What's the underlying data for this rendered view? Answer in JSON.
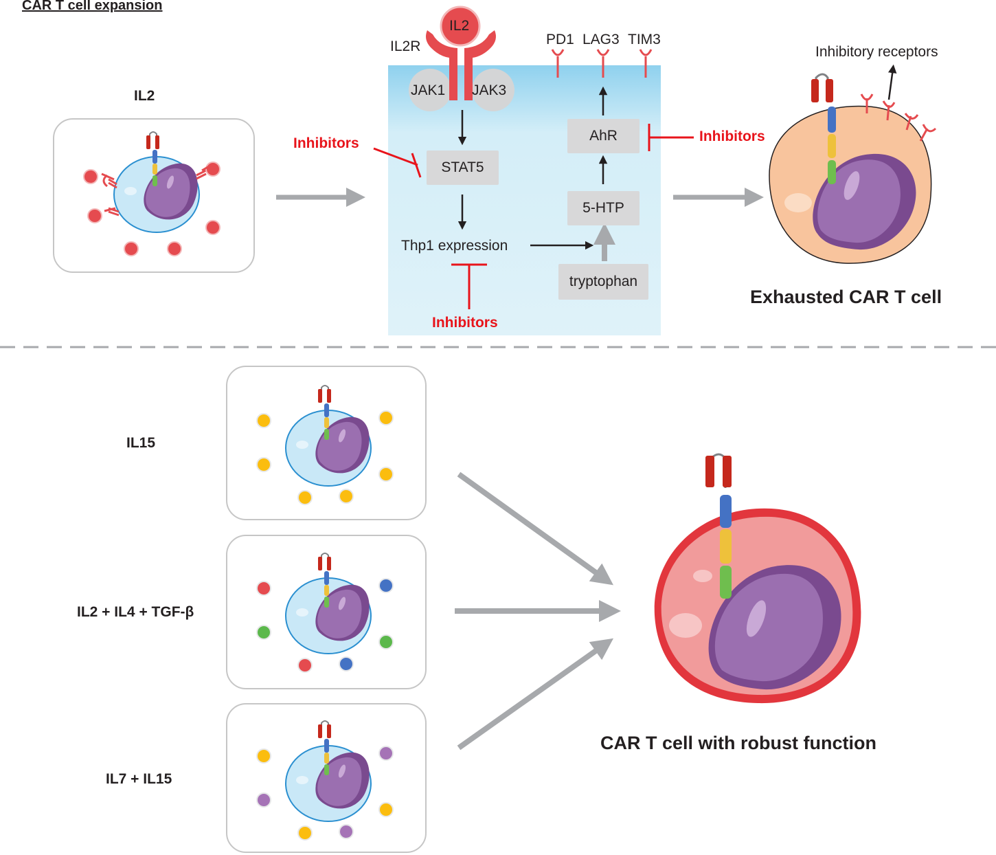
{
  "section_title": "CAR T cell expansion",
  "top": {
    "condition_label": "IL2",
    "pathway": {
      "ligand": "IL2",
      "receptor": "IL2R",
      "kinases": [
        "JAK1",
        "JAK3"
      ],
      "checkpoints": [
        "PD1",
        "LAG3",
        "TIM3"
      ],
      "nodes": {
        "stat5": "STAT5",
        "thp1": "Thp1 expression",
        "tryptophan": "tryptophan",
        "htp": "5-HTP",
        "ahr": "AhR"
      },
      "inhibitor_label": "Inhibitors"
    },
    "inhibitory_receptors_label": "Inhibitory receptors",
    "outcome_label": "Exhausted CAR T cell"
  },
  "bottom": {
    "conditions": [
      {
        "label": "IL15",
        "dot_colors": [
          "#fbbd0f",
          "#fbbd0f",
          "#fbbd0f",
          "#fbbd0f",
          "#fbbd0f",
          "#fbbd0f"
        ]
      },
      {
        "label": "IL2 + IL4 + TGF-β",
        "dot_colors": [
          "#e54b4f",
          "#4472c4",
          "#5bb84b",
          "#5bb84b",
          "#e54b4f",
          "#4472c4"
        ]
      },
      {
        "label": "IL7 + IL15",
        "dot_colors": [
          "#fbbd0f",
          "#a573b6",
          "#a573b6",
          "#fbbd0f",
          "#fbbd0f",
          "#a573b6"
        ]
      }
    ],
    "outcome_label": "CAR T cell with robust function"
  },
  "colors": {
    "receptor_red": "#e54b4f",
    "inhibitor_red": "#e8141b",
    "membrane_blue": "#b8e1f3",
    "nucleus_purple": "#9b6fb0",
    "nucleus_dark": "#7a4a8f",
    "arrow_gray": "#a7a9ac",
    "exhausted_cell": "#f8c49d",
    "robust_cell": "#f19b9b",
    "robust_membrane": "#e2363d"
  }
}
